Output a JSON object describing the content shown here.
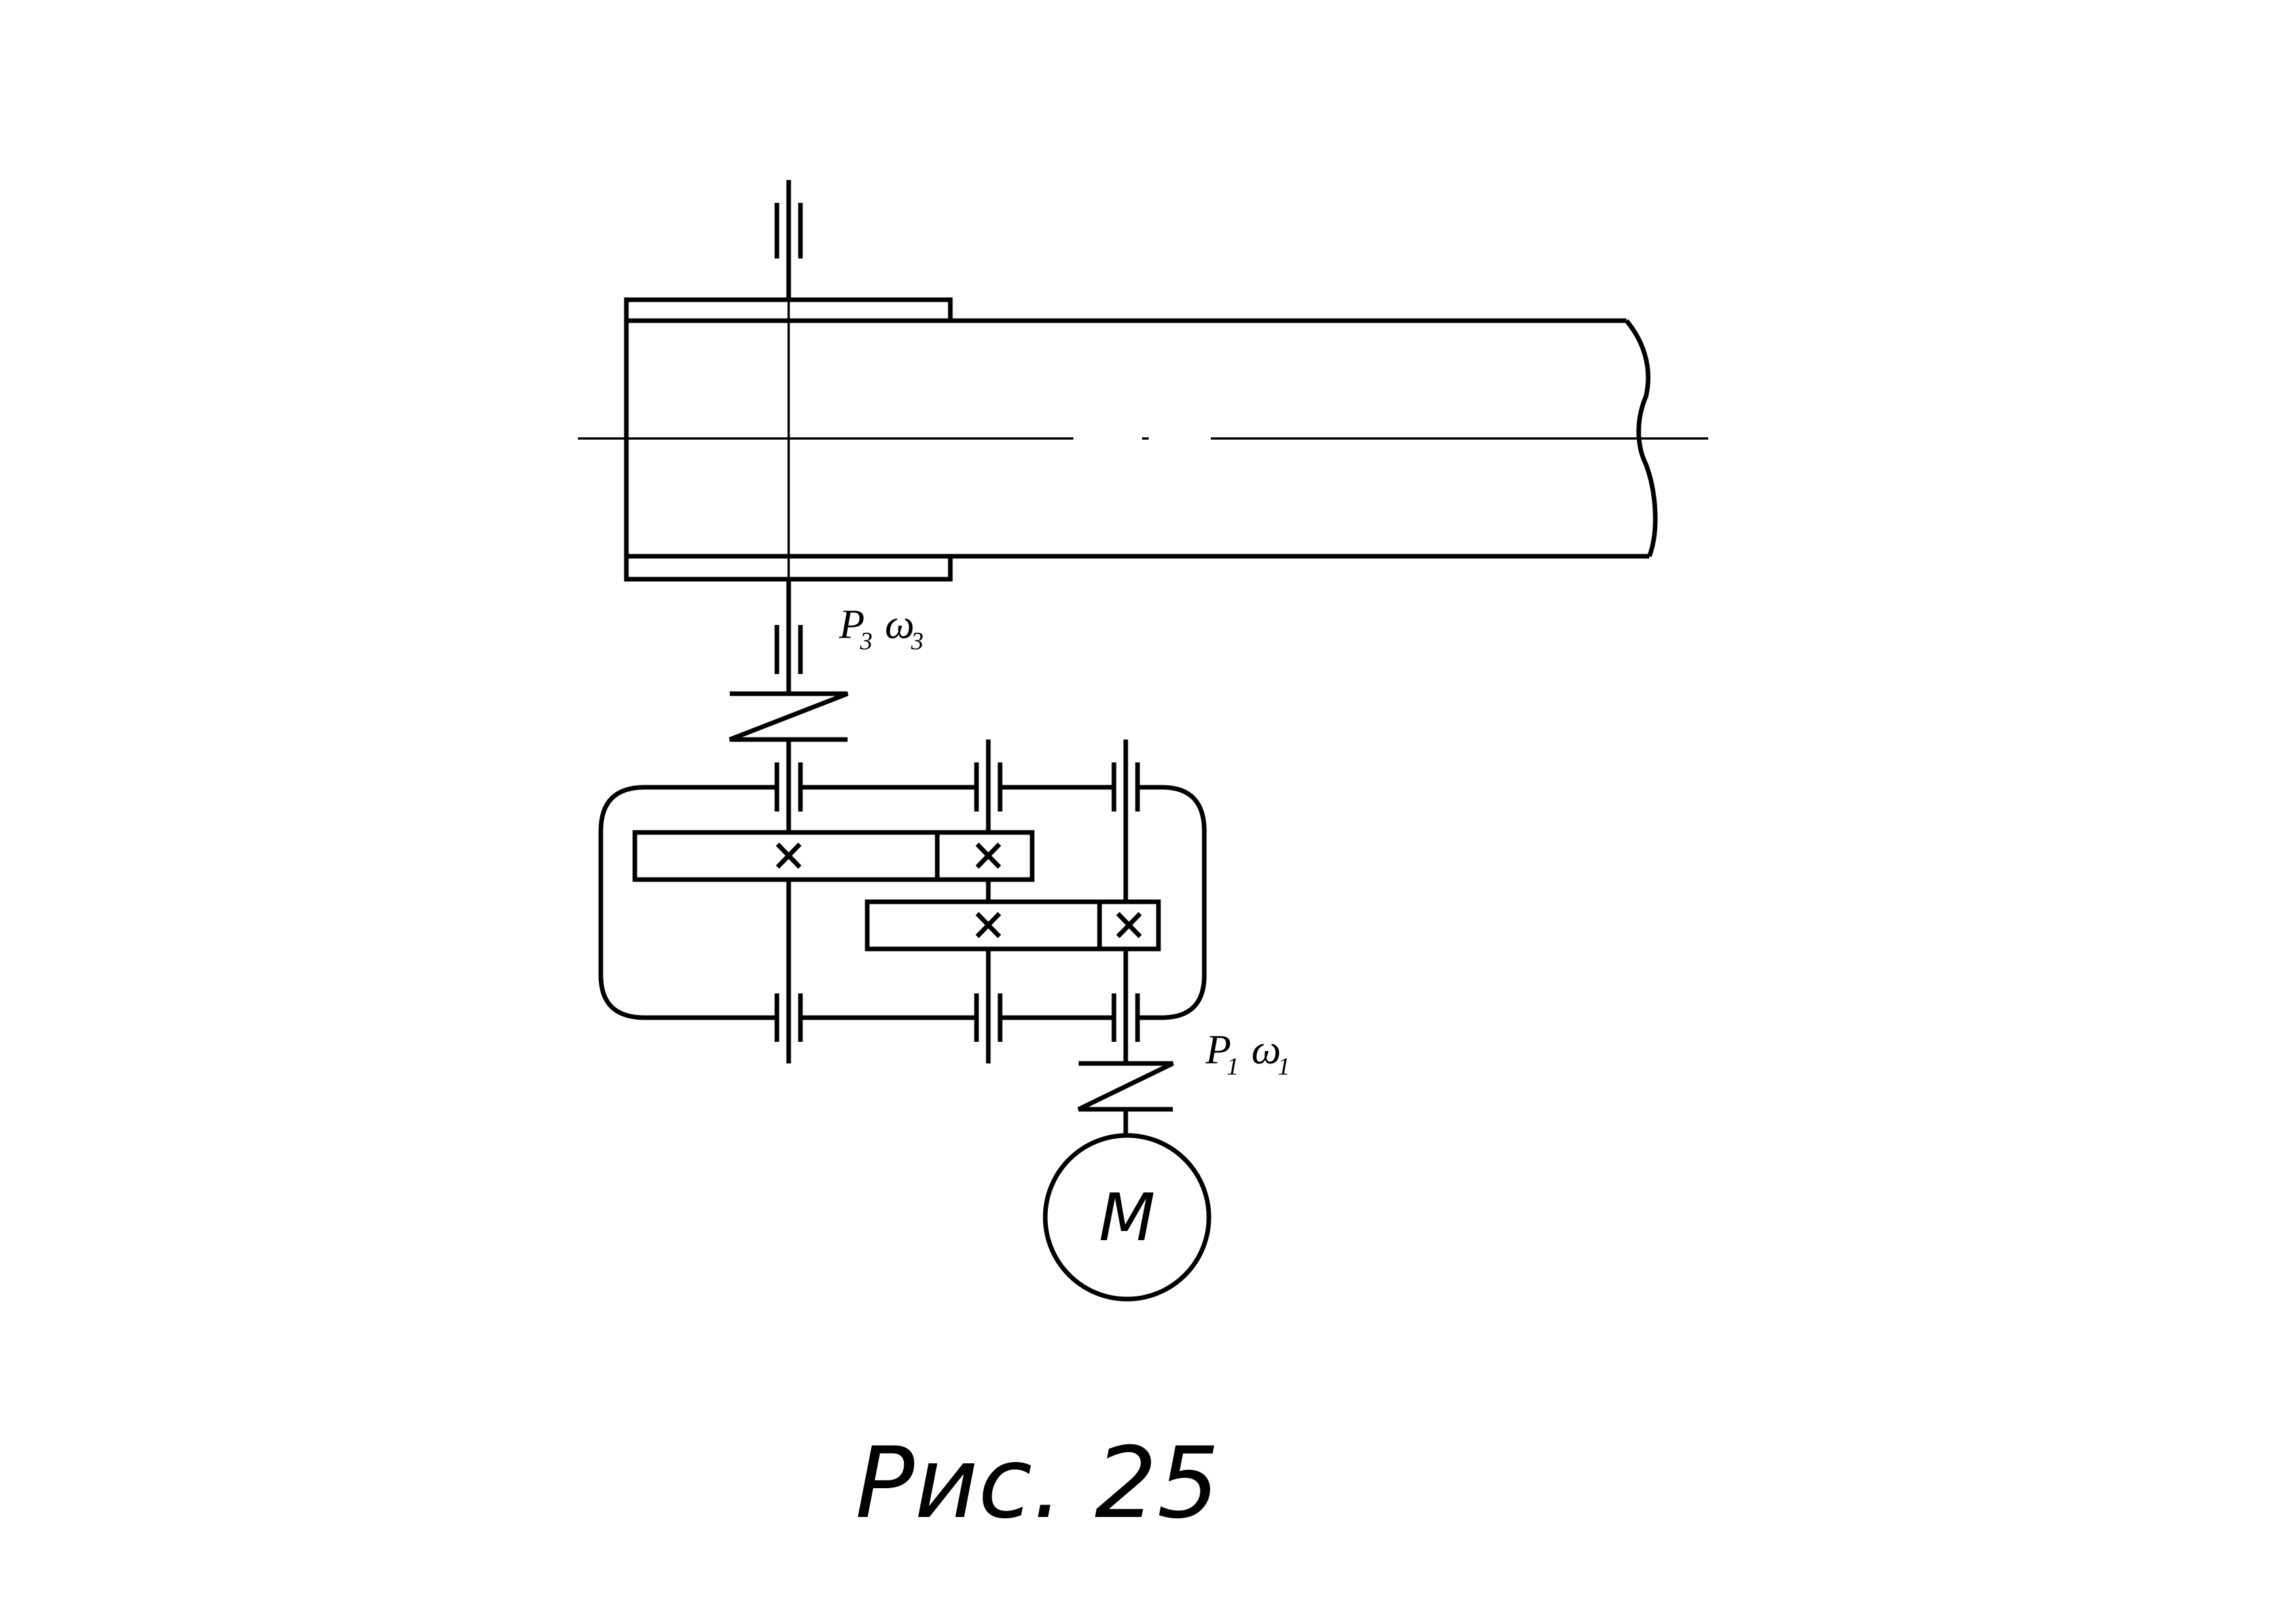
{
  "labels": {
    "output_power": "P",
    "output_power_sub": "3",
    "output_speed": "ω",
    "output_speed_sub": "3",
    "input_power": "P",
    "input_power_sub": "1",
    "input_speed": "ω",
    "input_speed_sub": "1",
    "motor": "M"
  },
  "caption": "Рис. 25"
}
